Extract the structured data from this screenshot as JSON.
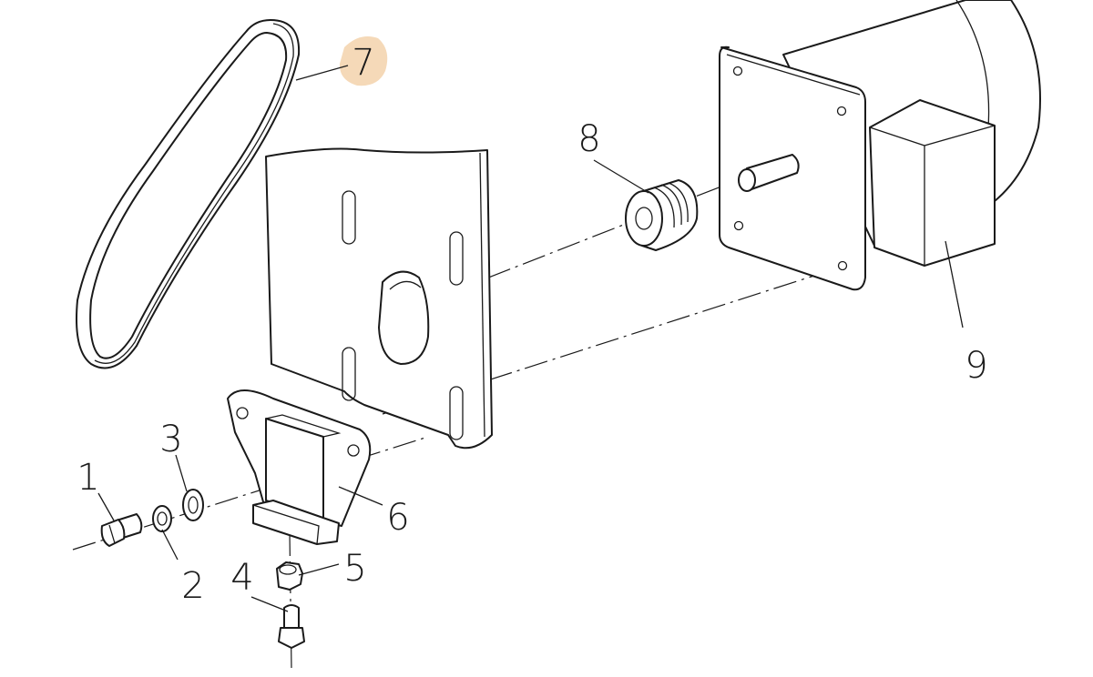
{
  "diagram": {
    "highlight_color": "#f5d9b8",
    "line_color": "#1a1a1a",
    "callouts": [
      {
        "id": "1",
        "label": "1"
      },
      {
        "id": "2",
        "label": "2"
      },
      {
        "id": "3",
        "label": "3"
      },
      {
        "id": "4",
        "label": "4"
      },
      {
        "id": "5",
        "label": "5"
      },
      {
        "id": "6",
        "label": "6"
      },
      {
        "id": "7",
        "label": "7"
      },
      {
        "id": "8",
        "label": "8"
      },
      {
        "id": "9",
        "label": "9"
      }
    ]
  }
}
